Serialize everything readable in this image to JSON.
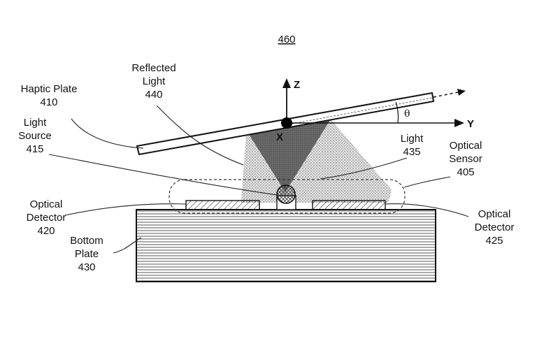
{
  "figure_number": "460",
  "labels": {
    "haptic_plate": {
      "name": "Haptic Plate",
      "ref": "410"
    },
    "reflected_light": {
      "name_line1": "Reflected",
      "name_line2": "Light",
      "ref": "440"
    },
    "light_source": {
      "name_line1": "Light",
      "name_line2": "Source",
      "ref": "415"
    },
    "light": {
      "name": "Light",
      "ref": "435"
    },
    "optical_sensor": {
      "name_line1": "Optical",
      "name_line2": "Sensor",
      "ref": "405"
    },
    "optical_detector_left": {
      "name_line1": "Optical",
      "name_line2": "Detector",
      "ref": "420"
    },
    "optical_detector_right": {
      "name_line1": "Optical",
      "name_line2": "Detector",
      "ref": "425"
    },
    "bottom_plate": {
      "name_line1": "Bottom",
      "name_line2": "Plate",
      "ref": "430"
    }
  },
  "axes": {
    "z": "Z",
    "y": "Y",
    "x": "X",
    "angle": "θ"
  },
  "colors": {
    "ink": "#111111",
    "reflected_cone": "#555555",
    "light_spread": "#9a9a9a"
  }
}
